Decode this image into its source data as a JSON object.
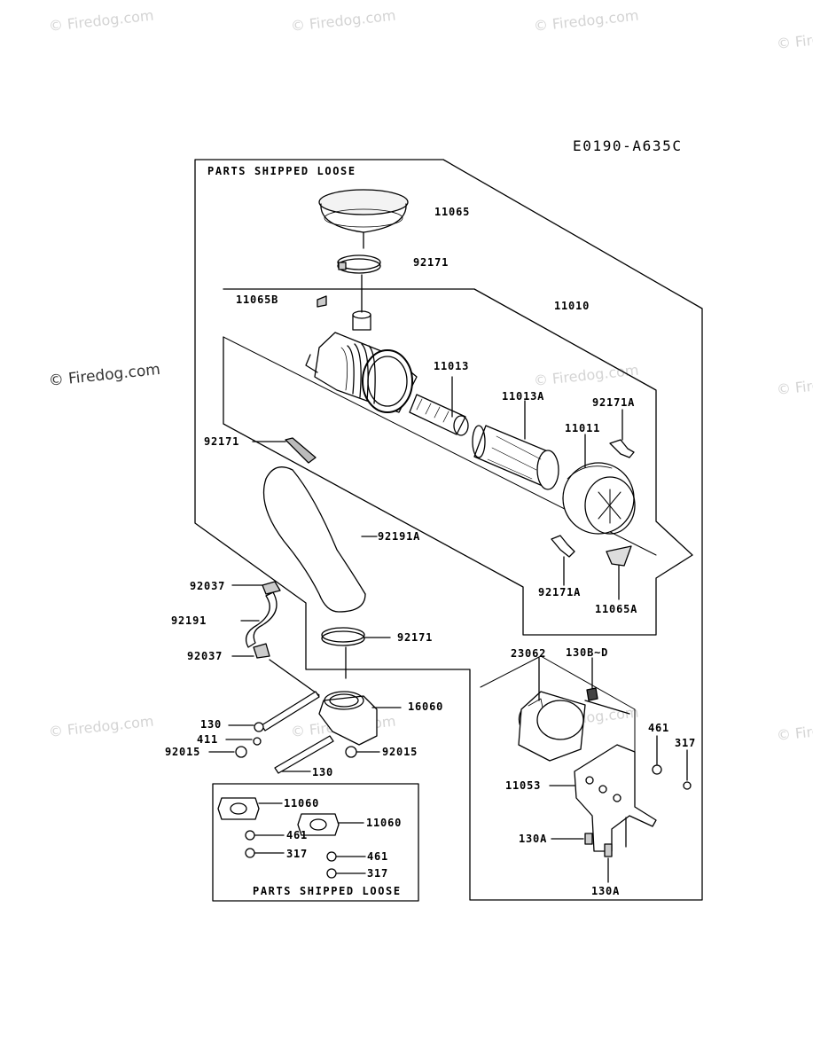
{
  "diagram_code": "E0190-A635C",
  "watermark": "© Firedog.com",
  "parts_shipped_loose_top": "PARTS SHIPPED LOOSE",
  "parts_shipped_loose_bottom": "PARTS SHIPPED LOOSE",
  "labels": {
    "p11065": "11065",
    "p92171_top": "92171",
    "p11065B": "11065B",
    "p11010": "11010",
    "p11013": "11013",
    "p11013A": "11013A",
    "p92171A_top": "92171A",
    "p11011": "11011",
    "p92171_left": "92171",
    "p92191A": "92191A",
    "p92171A_bottom": "92171A",
    "p11065A": "11065A",
    "p92037_top": "92037",
    "p92191": "92191",
    "p92037_bottom": "92037",
    "p92171_lower": "92171",
    "p23062": "23062",
    "p130BD": "130B~D",
    "p16060": "16060",
    "p130_a": "130",
    "p411": "411",
    "p92015_left": "92015",
    "p92015_right": "92015",
    "p130_b": "130",
    "p461_right": "461",
    "p317_right": "317",
    "p11053": "11053",
    "p11060_a": "11060",
    "p11060_b": "11060",
    "p461_a": "461",
    "p317_a": "317",
    "p461_b": "461",
    "p317_b": "317",
    "p130A_left": "130A",
    "p130A_bottom": "130A"
  }
}
